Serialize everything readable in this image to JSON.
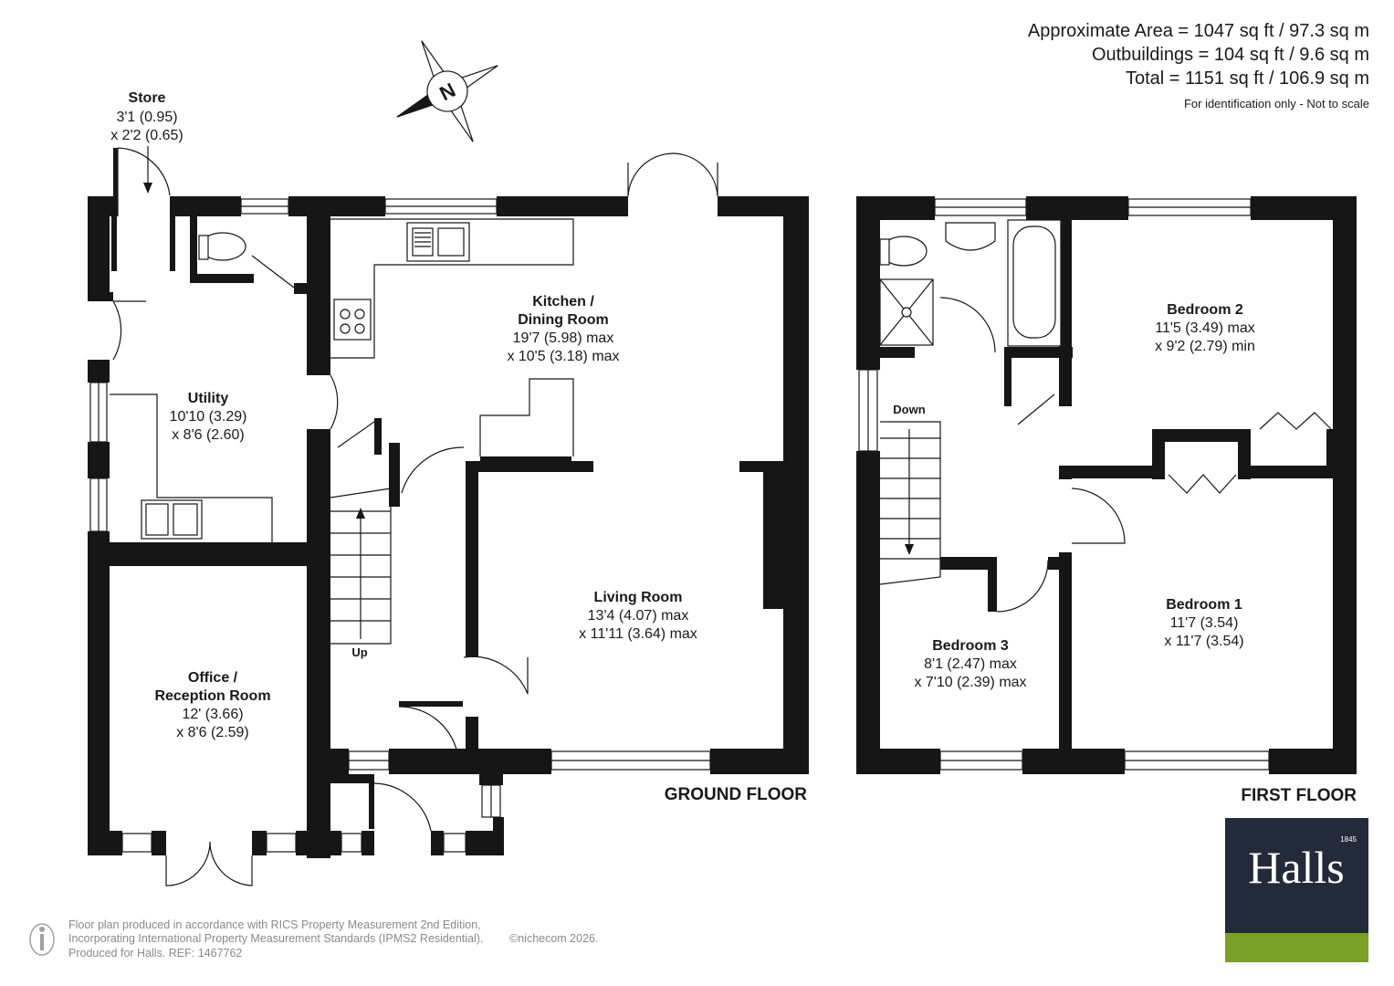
{
  "area": {
    "approximate": "Approximate Area = 1047 sq ft / 97.3 sq m",
    "outbuildings": "Outbuildings = 104  sq ft / 9.6 sq m",
    "total": "Total = 1151 sq ft / 106.9 sq m",
    "note": "For identification only - Not to scale"
  },
  "compass": {
    "letter": "N"
  },
  "rooms": {
    "store": {
      "title": "Store",
      "dim1": "3'1 (0.95)",
      "dim2": "x 2'2 (0.65)"
    },
    "utility": {
      "title": "Utility",
      "dim1": "10'10 (3.29)",
      "dim2": "x 8'6 (2.60)"
    },
    "kitchen": {
      "title1": "Kitchen /",
      "title2": "Dining Room",
      "dim1": "19'7 (5.98) max",
      "dim2": "x 10'5 (3.18) max"
    },
    "living": {
      "title": "Living Room",
      "dim1": "13'4 (4.07) max",
      "dim2": "x 11'11 (3.64) max"
    },
    "office": {
      "title1": "Office /",
      "title2": "Reception Room",
      "dim1": "12' (3.66)",
      "dim2": "x 8'6 (2.59)"
    },
    "bedroom2": {
      "title": "Bedroom 2",
      "dim1": "11'5 (3.49) max",
      "dim2": "x 9'2 (2.79) min"
    },
    "bedroom1": {
      "title": "Bedroom 1",
      "dim1": "11'7 (3.54)",
      "dim2": "x 11'7 (3.54)"
    },
    "bedroom3": {
      "title": "Bedroom 3",
      "dim1": "8'1 (2.47) max",
      "dim2": "x 7'10 (2.39) max"
    }
  },
  "stairs": {
    "up": "Up",
    "down": "Down"
  },
  "floors": {
    "ground": "GROUND FLOOR",
    "first": "FIRST FLOOR"
  },
  "footer": {
    "line1": "Floor plan produced in accordance with RICS Property Measurement 2nd Edition,",
    "line2": "Incorporating International Property Measurement Standards (IPMS2 Residential).",
    "copyright": "©nichecom 2026.",
    "line3": "Produced for Halls.   REF: 1467762"
  },
  "logo": {
    "name": "Halls",
    "year": "1845",
    "bg_color": "#232a3a",
    "accent_color": "#7aa025"
  }
}
